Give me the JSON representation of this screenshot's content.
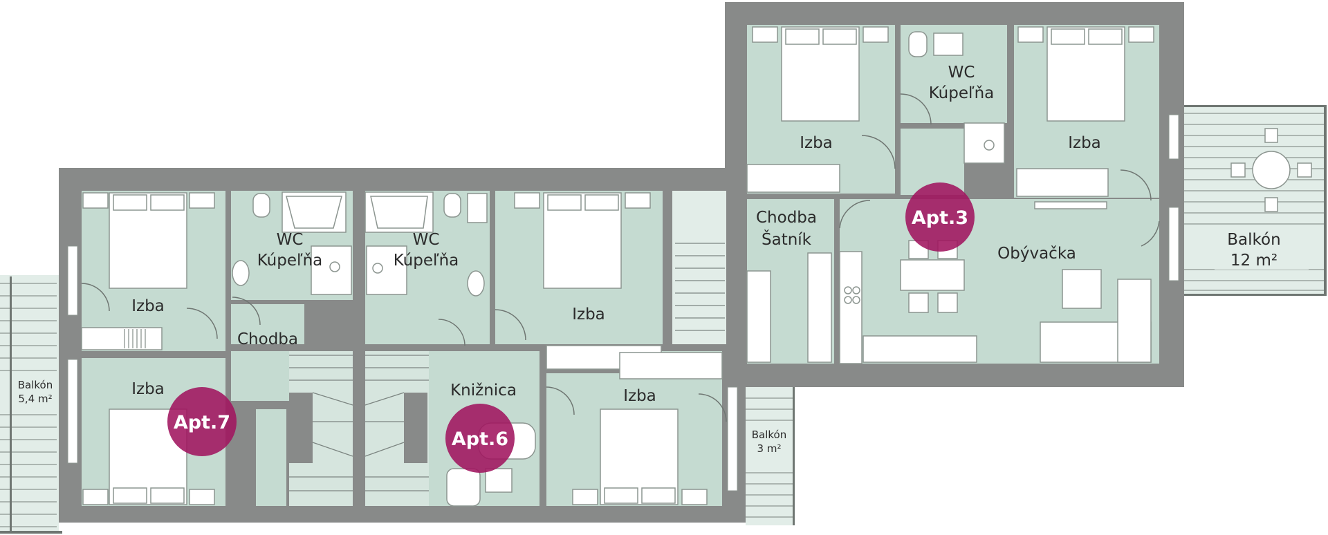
{
  "colors": {
    "wall": "#888a89",
    "floor": "#c5dbd1",
    "balcony": "#e2ede8",
    "apartment_marker": "#a0145f",
    "furniture": "#ffffff"
  },
  "rooms": {
    "apt7_izba_top": "Izba",
    "apt7_wc_line1": "WC",
    "apt7_wc_line2": "Kúpeľňa",
    "apt7_chodba": "Chodba",
    "apt7_izba_bottom": "Izba",
    "apt6_wc_line1": "WC",
    "apt6_wc_line2": "Kúpeľňa",
    "apt6_izba_top": "Izba",
    "apt6_kniznica": "Knižnica",
    "apt6_izba_bottom": "Izba",
    "apt3_izba_left": "Izba",
    "apt3_wc_line1": "WC",
    "apt3_wc_line2": "Kúpeľňa",
    "apt3_izba_right": "Izba",
    "apt3_chodba_line1": "Chodba",
    "apt3_chodba_line2": "Šatník",
    "apt3_obyvacka": "Obývačka"
  },
  "balconies": {
    "left_line1": "Balkón",
    "left_line2": "5,4 m²",
    "middle_line1": "Balkón",
    "middle_line2": "3 m²",
    "right_line1": "Balkón",
    "right_line2": "12 m²"
  },
  "apartments": {
    "apt7": "Apt.7",
    "apt6": "Apt.6",
    "apt3": "Apt.3"
  }
}
